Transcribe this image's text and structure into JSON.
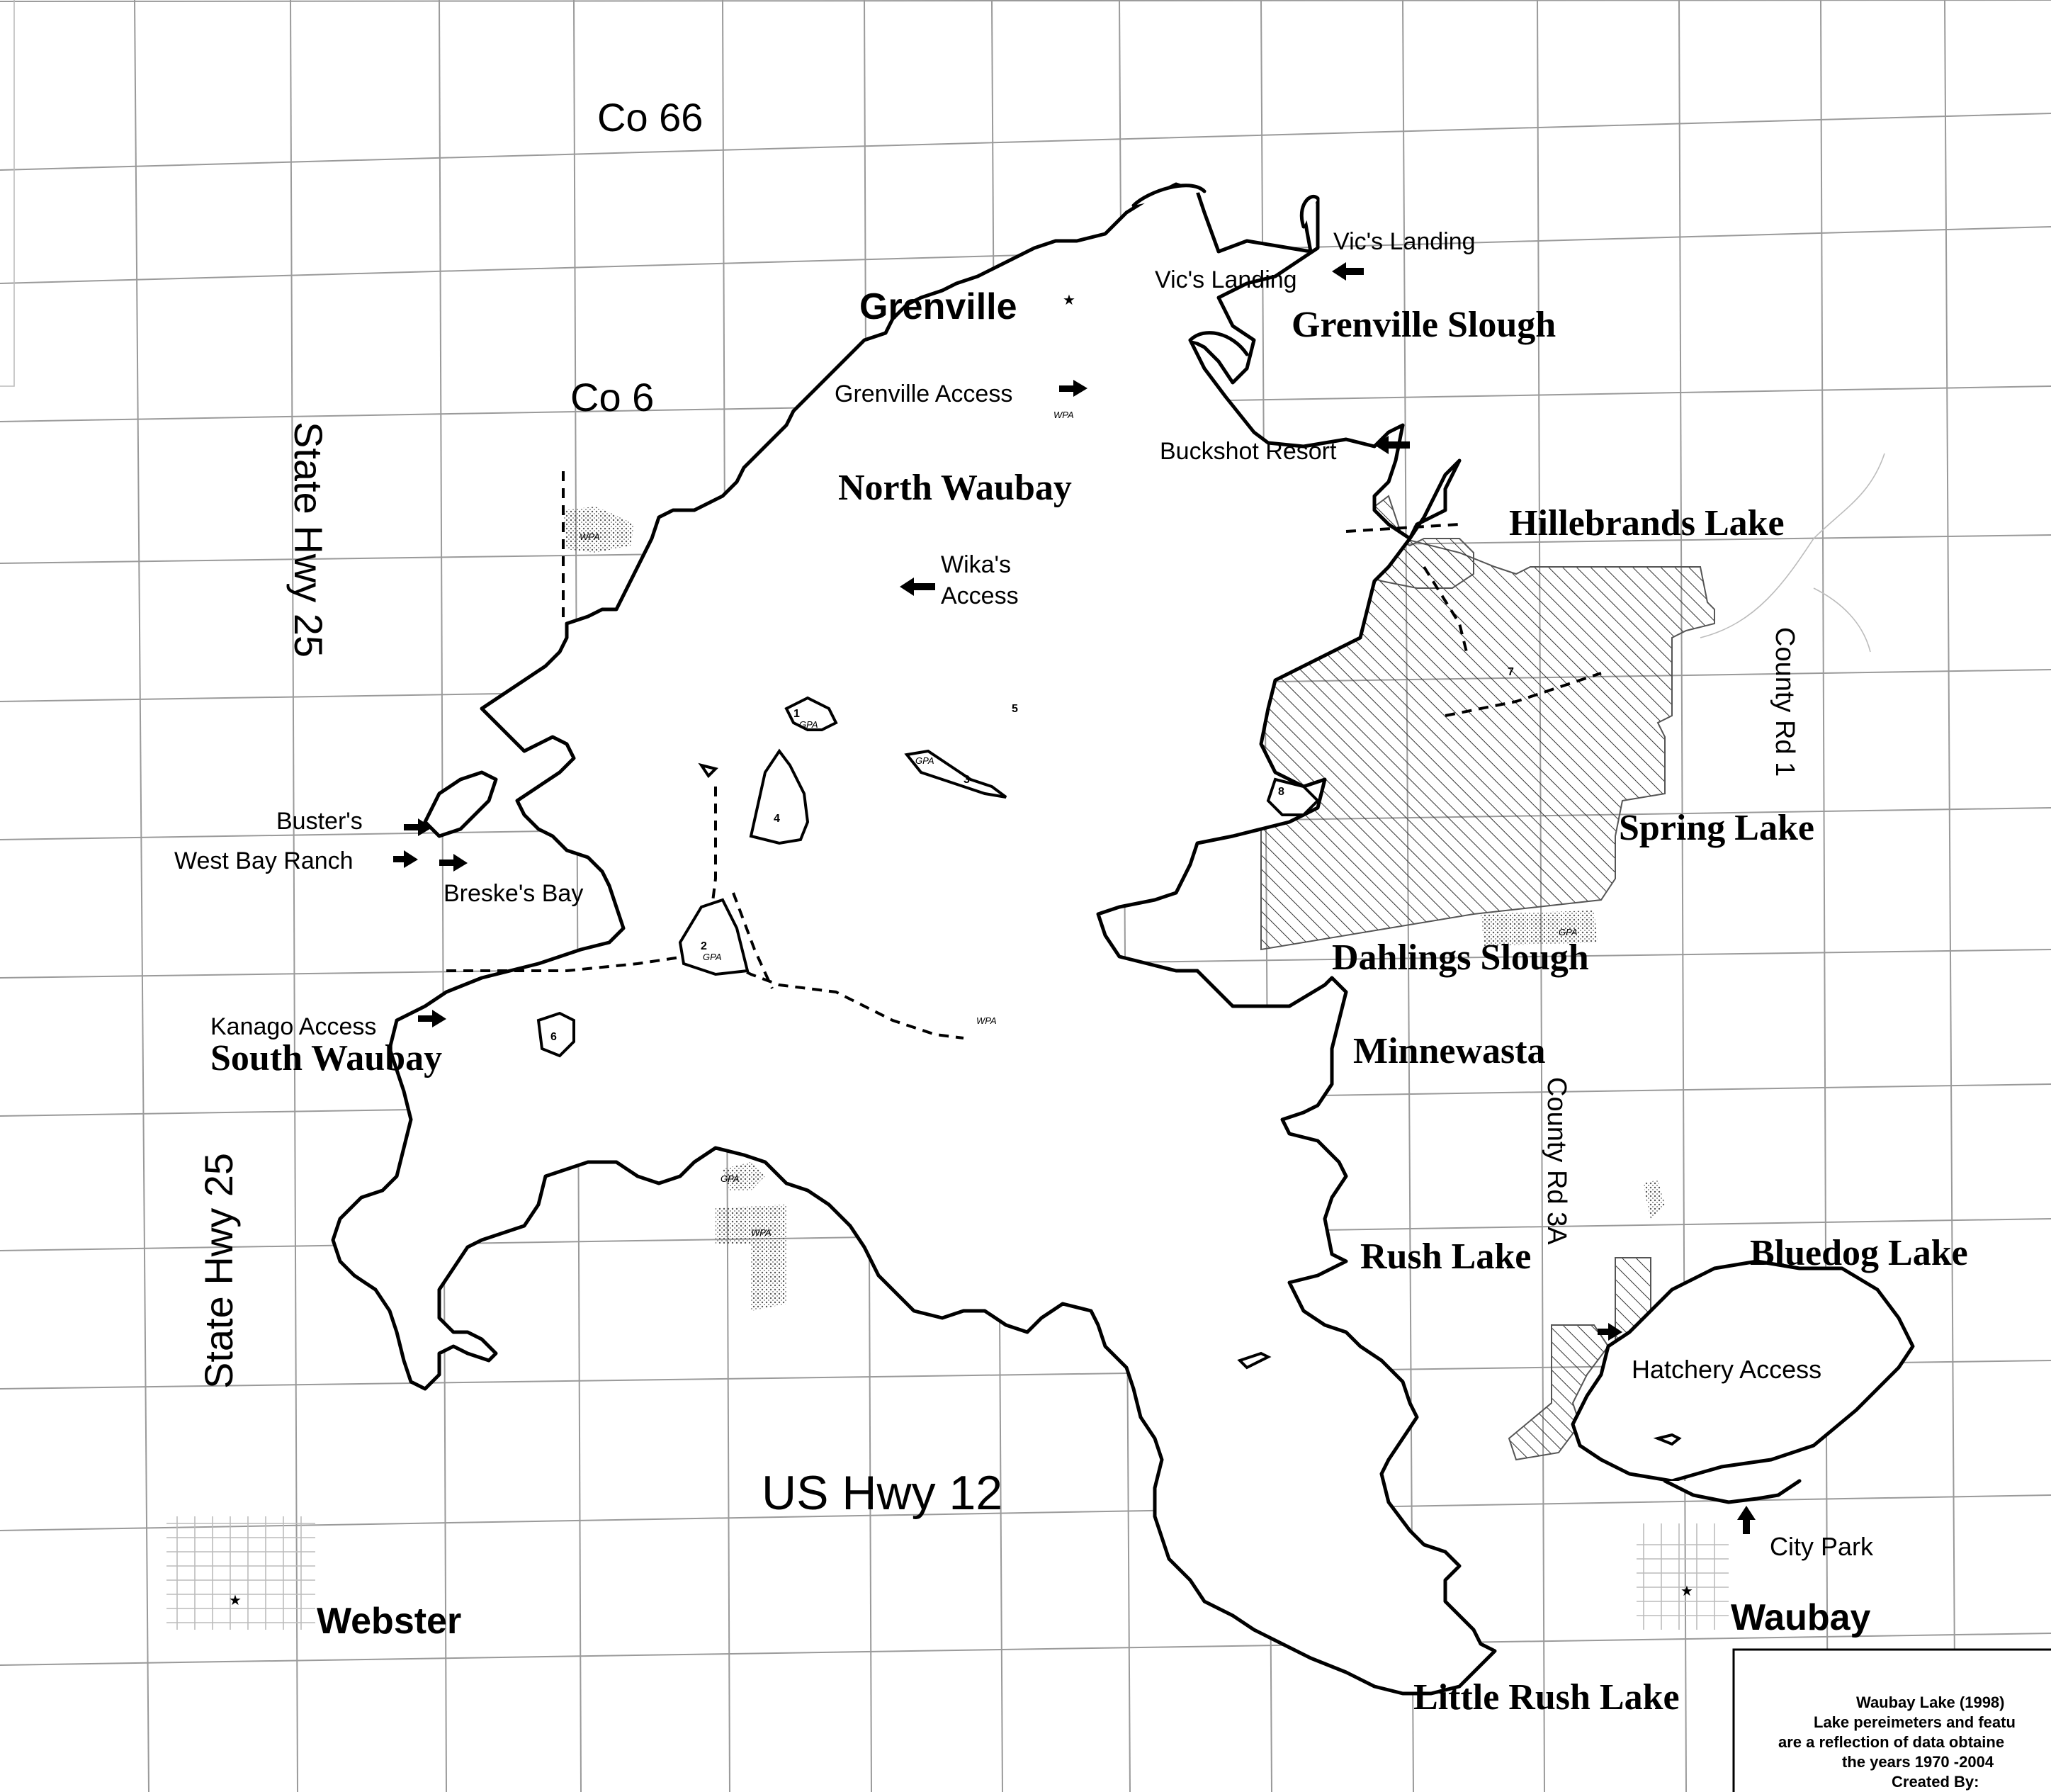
{
  "map": {
    "roads": {
      "co66": "Co 66",
      "co6": "Co 6",
      "state_hwy_25_north": "State Hwy 25",
      "state_hwy_25_south": "State Hwy 25",
      "us_hwy_12": "US Hwy 12",
      "county_rd_1": "County Rd 1",
      "county_rd_3a": "County Rd 3A"
    },
    "towns": {
      "grenville": "Grenville",
      "webster": "Webster",
      "waubay": "Waubay"
    },
    "lakes": {
      "grenville_slough": "Grenville Slough",
      "north_waubay": "North Waubay",
      "hillebrands_lake": "Hillebrands Lake",
      "spring_lake": "Spring Lake",
      "dahlings_slough": "Dahlings Slough",
      "minnewasta": "Minnewasta",
      "south_waubay": "South Waubay",
      "rush_lake": "Rush Lake",
      "bluedog_lake": "Bluedog Lake",
      "little_rush_lake": "Little Rush Lake"
    },
    "access_points": {
      "vics_landing_1": "Vic's Landing",
      "vics_landing_2": "Vic's Landing",
      "grenville_access": "Grenville Access",
      "buckshot_resort": "Buckshot Resort",
      "wikas_access_line1": "Wika's",
      "wikas_access_line2": "Access",
      "busters": "Buster's",
      "west_bay_ranch": "West Bay Ranch",
      "breskes_bay": "Breske's Bay",
      "kanago_access": "Kanago Access",
      "hatchery_access": "Hatchery Access",
      "city_park": "City Park"
    },
    "area_tags": {
      "wpa": "WPA",
      "gpa": "GPA"
    },
    "islands": [
      "1",
      "2",
      "3",
      "4",
      "5",
      "6",
      "7",
      "8"
    ]
  },
  "legend": {
    "line1": "Waubay Lake (1998)",
    "line2": "Lake pereimeters and featu",
    "line3": "are a reflection of data obtaine",
    "line4": "the years 1970 -2004",
    "line5": "Created By:"
  }
}
